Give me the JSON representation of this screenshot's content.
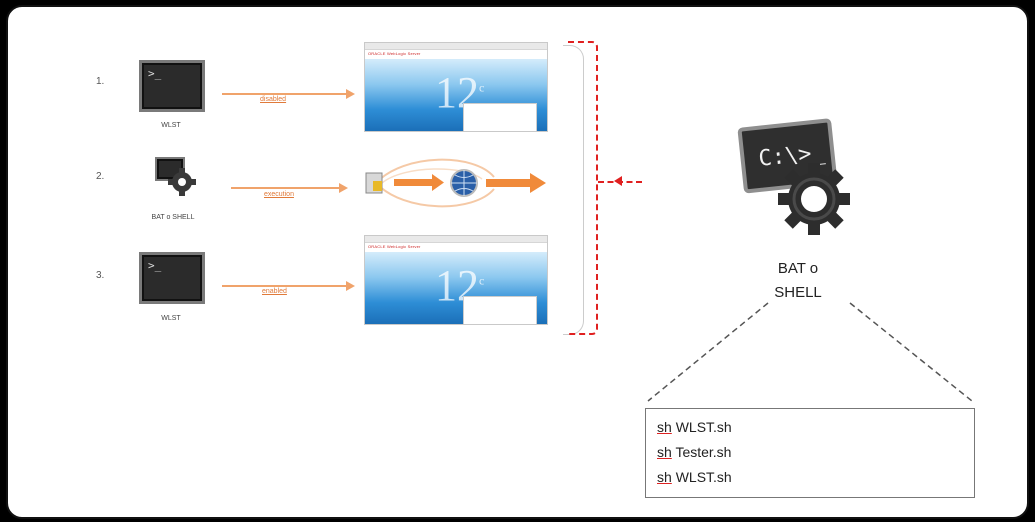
{
  "steps": [
    {
      "number": "1.",
      "icon": "wlst-terminal-icon",
      "caption": "WLST",
      "action": "disabled"
    },
    {
      "number": "2.",
      "icon": "bat-shell-gear-icon",
      "caption": "BAT o SHELL",
      "action": "execution"
    },
    {
      "number": "3.",
      "icon": "wlst-terminal-icon",
      "caption": "WLST",
      "action": "enabled"
    }
  ],
  "screen": {
    "brand": "ORACLE  WebLogic Server",
    "version": "12",
    "version_suffix": "c"
  },
  "big_icon": {
    "prompt": "C:\\>_",
    "label_line1": "BAT o",
    "label_line2": "SHELL"
  },
  "script_box": {
    "lines": [
      {
        "cmd": "sh",
        "file": "WLST.sh"
      },
      {
        "cmd": "sh",
        "file": "Tester.sh"
      },
      {
        "cmd": "sh",
        "file": "WLST.sh"
      }
    ]
  },
  "colors": {
    "arrow": "#f0a36b",
    "label": "#e07a3a",
    "brace": "#e02020"
  }
}
